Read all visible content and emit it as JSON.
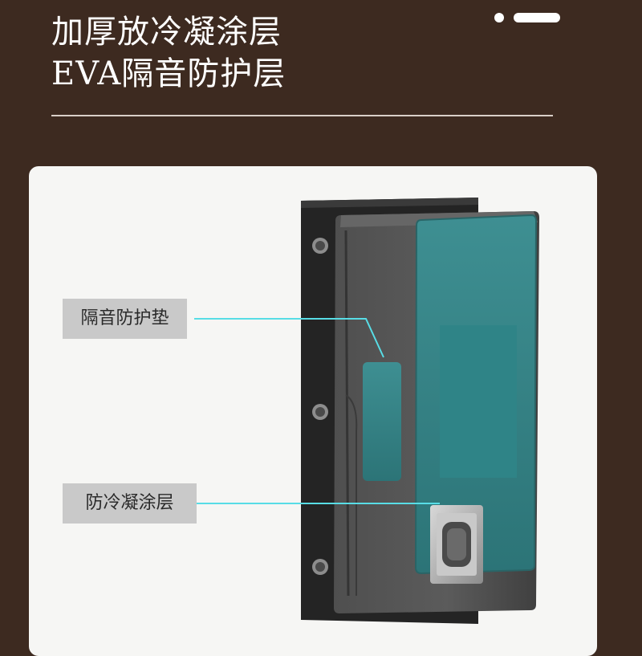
{
  "header": {
    "title_line_1": "加厚放冷凝涂层",
    "title_line_2": "EVA隔音防护层"
  },
  "callouts": [
    {
      "label": "隔音防护垫"
    },
    {
      "label": "防冷凝涂层"
    }
  ],
  "colors": {
    "background": "#3d2a20",
    "panel": "#f6f6f4",
    "label_bg": "#c9c9c9",
    "leader_line": "#58dde6",
    "teal_layer": "#3f8f91"
  }
}
